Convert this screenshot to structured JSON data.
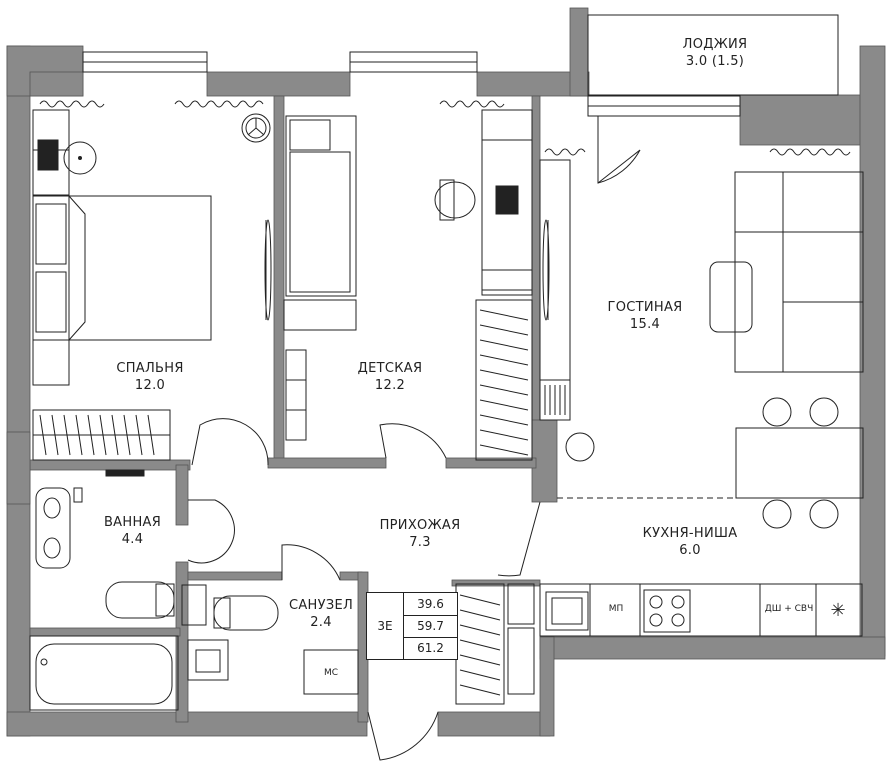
{
  "rooms": {
    "loggia": {
      "name": "ЛОДЖИЯ",
      "area": "3.0 (1.5)"
    },
    "bedroom": {
      "name": "СПАЛЬНЯ",
      "area": "12.0"
    },
    "kids": {
      "name": "ДЕТСКАЯ",
      "area": "12.2"
    },
    "living": {
      "name": "ГОСТИНАЯ",
      "area": "15.4"
    },
    "bathroom": {
      "name": "ВАННАЯ",
      "area": "4.4"
    },
    "hallway": {
      "name": "ПРИХОЖАЯ",
      "area": "7.3"
    },
    "toilet": {
      "name": "САНУЗЕЛ",
      "area": "2.4"
    },
    "kitchen": {
      "name": "КУХНЯ-НИША",
      "area": "6.0"
    }
  },
  "area_table": {
    "code": "3Е",
    "values": [
      "39.6",
      "59.7",
      "61.2"
    ]
  },
  "appliances": {
    "mp": "МП",
    "dishwasher_microwave": "ДШ + СВЧ",
    "mc": "МС"
  },
  "colors": {
    "wall": "#8a8a8a",
    "line": "#222222",
    "background": "#ffffff"
  }
}
